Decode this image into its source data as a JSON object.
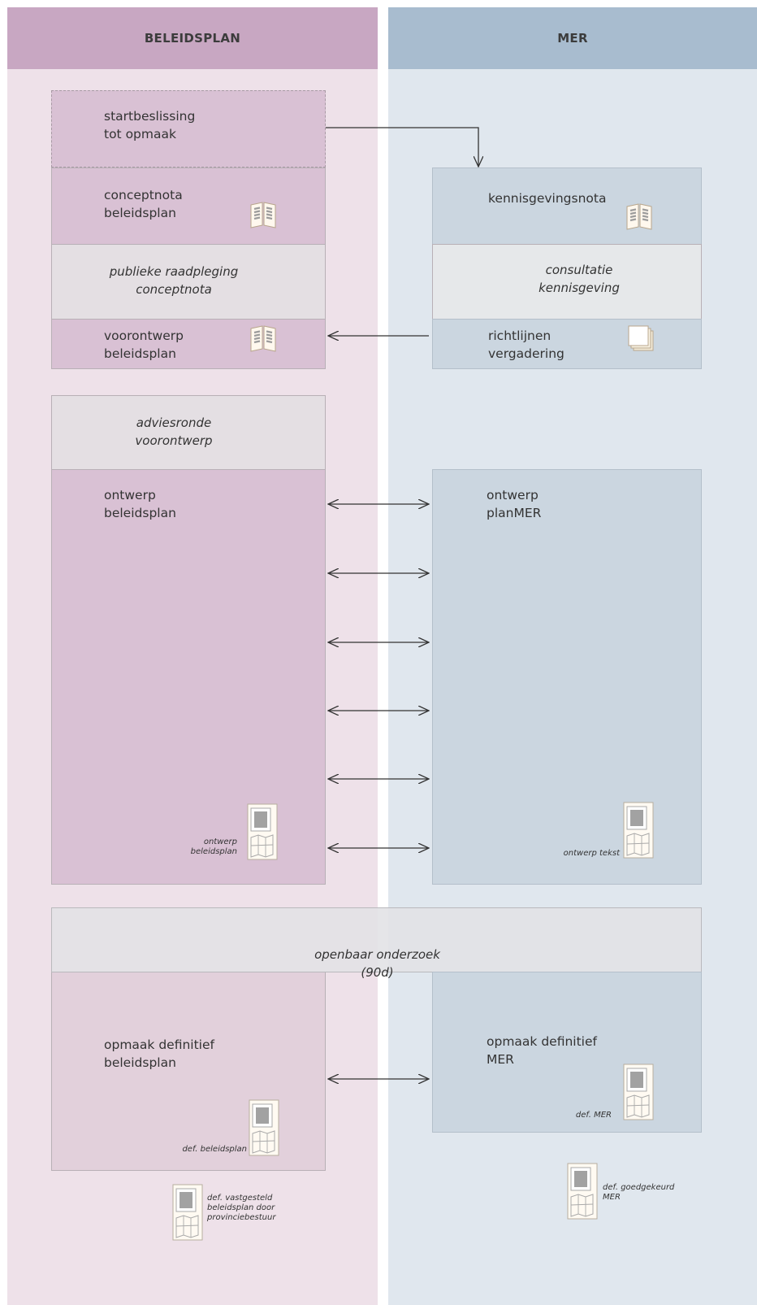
{
  "headers": {
    "left": "BELEIDSPLAN",
    "right": "MER"
  },
  "left": {
    "startbeslissing": "startbeslissing\ntot opmaak",
    "conceptnota": "conceptnota\nbeleidsplan",
    "publieke": "publieke raadpleging\nconceptnota",
    "voorontwerp": "voorontwerp\nbeleidsplan",
    "adviesronde": "adviesronde\nvoorontwerp",
    "ontwerp": "ontwerp\nbeleidsplan",
    "ontwerp_doc": "ontwerp\nbeleidsplan",
    "opmaak": "opmaak definitief\nbeleidsplan",
    "def_doc": "def. beleidsplan",
    "vastgesteld_doc": "def. vastgesteld\nbeleidsplan door\nprovinciebestuur"
  },
  "right": {
    "kennisgevingsnota": "kennisgevingsnota",
    "consultatie": "consultatie\nkennisgeving",
    "richtlijnen": "richtlijnen\nvergadering",
    "ontwerp": "ontwerp\nplanMER",
    "ontwerp_doc": "ontwerp tekst",
    "opmaak": "opmaak definitief\nMER",
    "def_doc": "def. MER",
    "goedgekeurd_doc": "def. goedgekeurd\nMER"
  },
  "shared": {
    "openbaar": "openbaar onderzoek\n(90d)"
  },
  "icons": [
    "book-icon",
    "pages-icon",
    "document-map-icon"
  ],
  "colors": {
    "beleidsplan_header": "#c8a7c2",
    "mer_header": "#a8bccf"
  }
}
